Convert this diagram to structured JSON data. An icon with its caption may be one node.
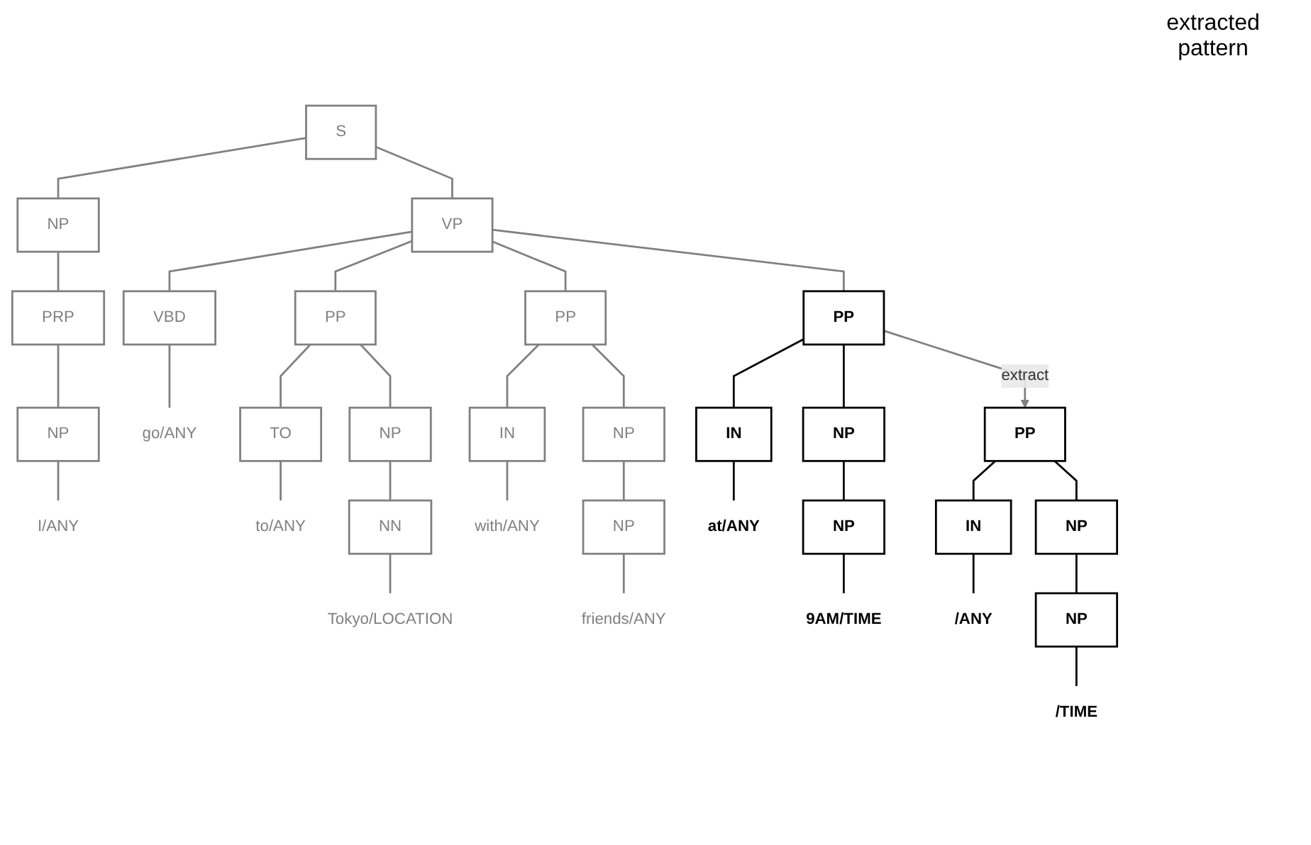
{
  "diagram": {
    "nodes": [
      {
        "text": [
          "S"
        ]
      },
      {
        "text": [
          "NP"
        ]
      },
      {
        "text": [
          "VP"
        ]
      },
      {
        "text": [
          "PRP"
        ]
      },
      {
        "text": [
          "VBD"
        ]
      },
      {
        "text": [
          "PP"
        ]
      },
      {
        "text": [
          "PP"
        ]
      },
      {
        "text": [
          "PP"
        ]
      },
      {
        "text": [
          "PP"
        ]
      },
      {
        "text": [
          "NP"
        ]
      },
      {
        "text": [
          "go/ANY"
        ]
      },
      {
        "text": [
          "TO"
        ]
      },
      {
        "text": [
          "NP"
        ]
      },
      {
        "text": [
          "IN"
        ]
      },
      {
        "text": [
          "NP"
        ]
      },
      {
        "text": [
          "IN"
        ]
      },
      {
        "text": [
          "NP"
        ]
      },
      {
        "text": [
          "IN"
        ]
      },
      {
        "text": [
          "NP"
        ]
      },
      {
        "text": [
          "I/ANY"
        ]
      },
      {
        "text": [
          "to/ANY"
        ]
      },
      {
        "text": [
          "NN"
        ]
      },
      {
        "text": [
          "with/ANY"
        ]
      },
      {
        "text": [
          "NP"
        ]
      },
      {
        "text": [
          "at/ANY"
        ]
      },
      {
        "text": [
          "NP"
        ]
      },
      {
        "text": [
          "/ANY"
        ]
      },
      {
        "text": [
          "NP"
        ]
      },
      {
        "text": [
          "Tokyo/LOCATION"
        ]
      },
      {
        "text": [
          "friends/ANY"
        ]
      },
      {
        "text": [
          "9AM/TIME"
        ]
      },
      {
        "text": [
          "/TIME"
        ]
      }
    ],
    "edges": [
      {
        "from": 0,
        "to": 1,
        "arrow": "none"
      },
      {
        "from": 0,
        "to": 2,
        "arrow": "none"
      },
      {
        "from": 1,
        "to": 3,
        "arrow": "none"
      },
      {
        "from": 2,
        "to": 4,
        "arrow": "none"
      },
      {
        "from": 2,
        "to": 5,
        "arrow": "none"
      },
      {
        "from": 2,
        "to": 6,
        "arrow": "none"
      },
      {
        "from": 2,
        "to": 7,
        "arrow": "none"
      },
      {
        "from": 3,
        "to": 9,
        "arrow": "none"
      },
      {
        "from": 9,
        "to": 19,
        "arrow": "none"
      },
      {
        "from": 4,
        "to": 10,
        "arrow": "none"
      },
      {
        "from": 5,
        "to": 11,
        "arrow": "none"
      },
      {
        "from": 5,
        "to": 12,
        "arrow": "none"
      },
      {
        "from": 11,
        "to": 20,
        "arrow": "none"
      },
      {
        "from": 12,
        "to": 21,
        "arrow": "none"
      },
      {
        "from": 21,
        "to": 28,
        "arrow": "none"
      },
      {
        "from": 6,
        "to": 13,
        "arrow": "none"
      },
      {
        "from": 6,
        "to": 14,
        "arrow": "none"
      },
      {
        "from": 13,
        "to": 22,
        "arrow": "none"
      },
      {
        "from": 14,
        "to": 23,
        "arrow": "none"
      },
      {
        "from": 23,
        "to": 29,
        "arrow": "none"
      },
      {
        "from": 7,
        "to": 15,
        "arrow": "none",
        "color": "#000000"
      },
      {
        "from": 7,
        "to": 16,
        "arrow": "none",
        "color": "#000000"
      },
      {
        "from": 15,
        "to": 24,
        "arrow": "none",
        "color": "#000000"
      },
      {
        "from": 16,
        "to": 25,
        "arrow": "none",
        "color": "#000000"
      },
      {
        "from": 25,
        "to": 30,
        "arrow": "none",
        "color": "#000000"
      },
      {
        "from": 8,
        "to": 17,
        "arrow": "none",
        "color": "#000000"
      },
      {
        "from": 8,
        "to": 18,
        "arrow": "none",
        "color": "#000000"
      },
      {
        "from": 17,
        "to": 26,
        "arrow": "none",
        "color": "#000000"
      },
      {
        "from": 18,
        "to": 27,
        "arrow": "none",
        "color": "#000000"
      },
      {
        "from": 27,
        "to": 31,
        "arrow": "none",
        "color": "#000000"
      },
      {
        "from": 7,
        "to": 8,
        "label": "extract",
        "arrow": "to"
      }
    ],
    "labels": [
      "extracted pattern"
    ]
  }
}
